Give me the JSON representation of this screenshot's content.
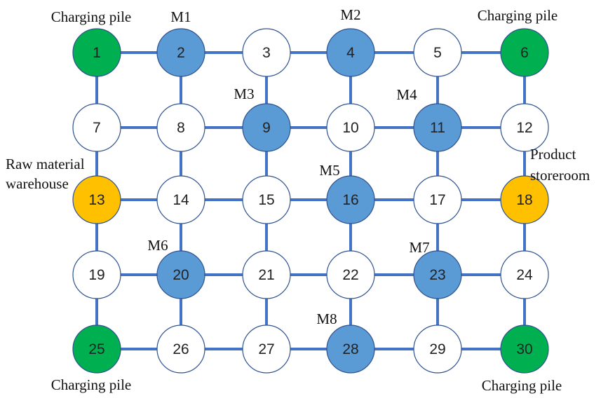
{
  "colors": {
    "edge": "#4472C4",
    "machine": "#5B9BD5",
    "charging": "#00B050",
    "storage": "#FFC000",
    "plain": "#FFFFFF",
    "outline": "#2F528F"
  },
  "nodes": [
    {
      "id": "1",
      "kind": "charging"
    },
    {
      "id": "2",
      "kind": "machine"
    },
    {
      "id": "3",
      "kind": "plain"
    },
    {
      "id": "4",
      "kind": "machine"
    },
    {
      "id": "5",
      "kind": "plain"
    },
    {
      "id": "6",
      "kind": "charging"
    },
    {
      "id": "7",
      "kind": "plain"
    },
    {
      "id": "8",
      "kind": "plain"
    },
    {
      "id": "9",
      "kind": "machine"
    },
    {
      "id": "10",
      "kind": "plain"
    },
    {
      "id": "11",
      "kind": "machine"
    },
    {
      "id": "12",
      "kind": "plain"
    },
    {
      "id": "13",
      "kind": "storage"
    },
    {
      "id": "14",
      "kind": "plain"
    },
    {
      "id": "15",
      "kind": "plain"
    },
    {
      "id": "16",
      "kind": "machine"
    },
    {
      "id": "17",
      "kind": "plain"
    },
    {
      "id": "18",
      "kind": "storage"
    },
    {
      "id": "19",
      "kind": "plain"
    },
    {
      "id": "20",
      "kind": "machine"
    },
    {
      "id": "21",
      "kind": "plain"
    },
    {
      "id": "22",
      "kind": "plain"
    },
    {
      "id": "23",
      "kind": "machine"
    },
    {
      "id": "24",
      "kind": "plain"
    },
    {
      "id": "25",
      "kind": "charging"
    },
    {
      "id": "26",
      "kind": "plain"
    },
    {
      "id": "27",
      "kind": "plain"
    },
    {
      "id": "28",
      "kind": "machine"
    },
    {
      "id": "29",
      "kind": "plain"
    },
    {
      "id": "30",
      "kind": "charging"
    }
  ],
  "edges": [
    [
      "1",
      "2"
    ],
    [
      "2",
      "3"
    ],
    [
      "3",
      "4"
    ],
    [
      "4",
      "5"
    ],
    [
      "5",
      "6"
    ],
    [
      "7",
      "8"
    ],
    [
      "8",
      "9"
    ],
    [
      "9",
      "10"
    ],
    [
      "10",
      "11"
    ],
    [
      "11",
      "12"
    ],
    [
      "13",
      "14"
    ],
    [
      "14",
      "15"
    ],
    [
      "15",
      "16"
    ],
    [
      "16",
      "17"
    ],
    [
      "17",
      "18"
    ],
    [
      "19",
      "20"
    ],
    [
      "20",
      "21"
    ],
    [
      "21",
      "22"
    ],
    [
      "22",
      "23"
    ],
    [
      "23",
      "24"
    ],
    [
      "25",
      "26"
    ],
    [
      "26",
      "27"
    ],
    [
      "27",
      "28"
    ],
    [
      "28",
      "29"
    ],
    [
      "29",
      "30"
    ],
    [
      "1",
      "7"
    ],
    [
      "7",
      "13"
    ],
    [
      "13",
      "19"
    ],
    [
      "19",
      "25"
    ],
    [
      "2",
      "8"
    ],
    [
      "8",
      "14"
    ],
    [
      "14",
      "20"
    ],
    [
      "20",
      "26"
    ],
    [
      "3",
      "9"
    ],
    [
      "9",
      "15"
    ],
    [
      "15",
      "21"
    ],
    [
      "21",
      "27"
    ],
    [
      "4",
      "10"
    ],
    [
      "10",
      "16"
    ],
    [
      "16",
      "22"
    ],
    [
      "22",
      "28"
    ],
    [
      "5",
      "11"
    ],
    [
      "11",
      "17"
    ],
    [
      "17",
      "23"
    ],
    [
      "23",
      "29"
    ],
    [
      "6",
      "12"
    ],
    [
      "12",
      "18"
    ],
    [
      "18",
      "24"
    ],
    [
      "24",
      "30"
    ]
  ],
  "annotations": [
    {
      "id": "charging-pile-top-left",
      "text": "Charging pile"
    },
    {
      "id": "charging-pile-top-right",
      "text": "Charging pile"
    },
    {
      "id": "charging-pile-bottom-left",
      "text": "Charging pile"
    },
    {
      "id": "charging-pile-bottom-right",
      "text": "Charging pile"
    },
    {
      "id": "m1",
      "text": "M1"
    },
    {
      "id": "m2",
      "text": "M2"
    },
    {
      "id": "m3",
      "text": "M3"
    },
    {
      "id": "m4",
      "text": "M4"
    },
    {
      "id": "m5",
      "text": "M5"
    },
    {
      "id": "m6",
      "text": "M6"
    },
    {
      "id": "m7",
      "text": "M7"
    },
    {
      "id": "m8",
      "text": "M8"
    },
    {
      "id": "raw-line1",
      "text": "Raw material"
    },
    {
      "id": "raw-line2",
      "text": "warehouse"
    },
    {
      "id": "product-line1",
      "text": "Product"
    },
    {
      "id": "product-line2",
      "text": "storeroom"
    }
  ]
}
